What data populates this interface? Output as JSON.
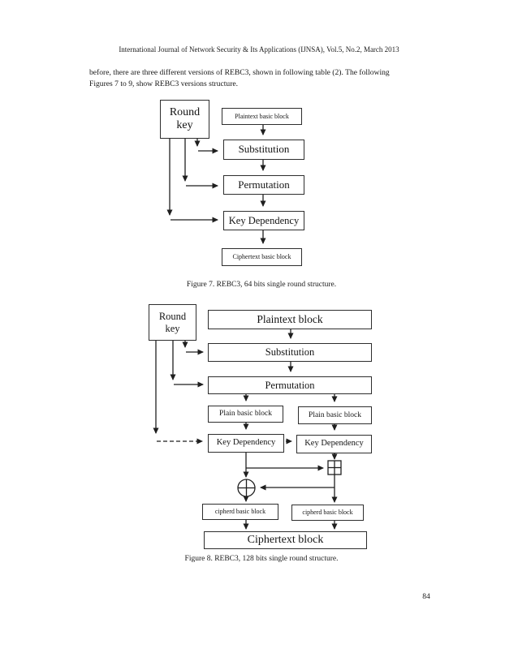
{
  "page": {
    "header": "International Journal of Network Security & Its Applications (IJNSA), Vol.5, No.2, March 2013",
    "paragraph_lines": [
      "before, there are three different versions of REBC3, shown in following table (2). The following",
      "Figures 7 to 9, show REBC3 versions structure."
    ],
    "page_number": "84"
  },
  "colors": {
    "ink": "#1f1f1f"
  },
  "symbols": {
    "xor_node": "circle-plus-xor",
    "add_node": "boxed-plus-modular-add"
  },
  "figure7": {
    "caption": "Figure 7. REBC3, 64 bits single round structure.",
    "round_key": "Round key",
    "plaintext": "Plaintext basic block",
    "substitution": "Substitution",
    "permutation": "Permutation",
    "key_dependency": "Key Dependency",
    "ciphertext": "Ciphertext basic block"
  },
  "figure8": {
    "caption": "Figure 8. REBC3, 128 bits single round structure.",
    "round_key": "Round key",
    "plaintext": "Plaintext block",
    "substitution": "Substitution",
    "permutation": "Permutation",
    "plain_left": "Plain basic block",
    "plain_right": "Plain basic block",
    "kd_left": "Key Dependency",
    "kd_right": "Key Dependency",
    "cipherd_left": "cipherd basic block",
    "cipherd_right": "cipherd basic block",
    "ciphertext": "Ciphertext block"
  }
}
